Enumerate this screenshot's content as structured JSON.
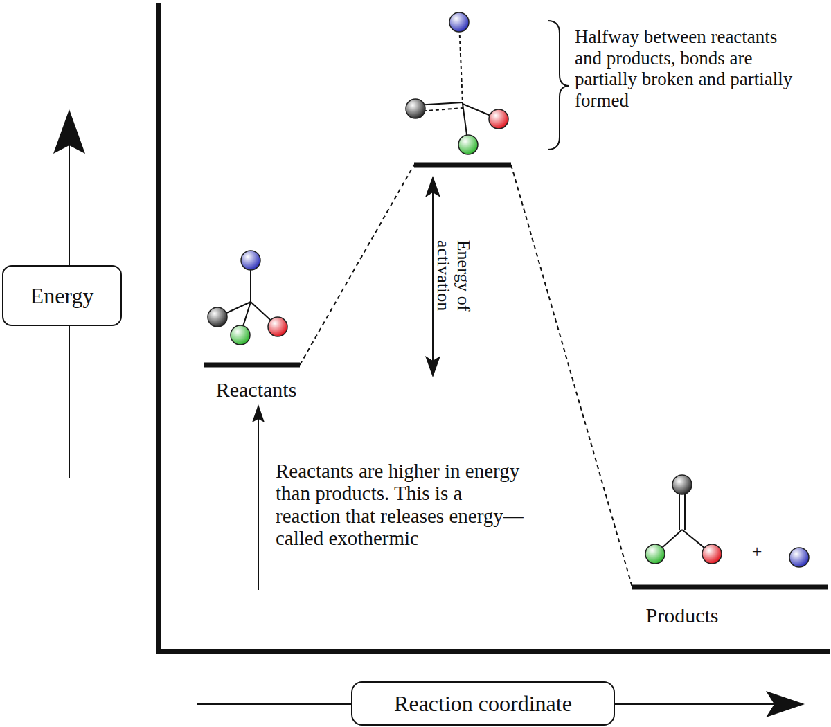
{
  "diagram": {
    "nodes": [
      {
        "text": [
          "Energy"
        ]
      },
      {
        "text": [
          "Reaction coordinate"
        ]
      }
    ],
    "labels": [
      "Halfway between reactants and products, bonds are partially broken and partially formed",
      "Energy of activation",
      "Reactants",
      "Reactants are higher in energy than products. This is a reaction that releases energy—called exothermic",
      "+",
      "Products"
    ]
  }
}
